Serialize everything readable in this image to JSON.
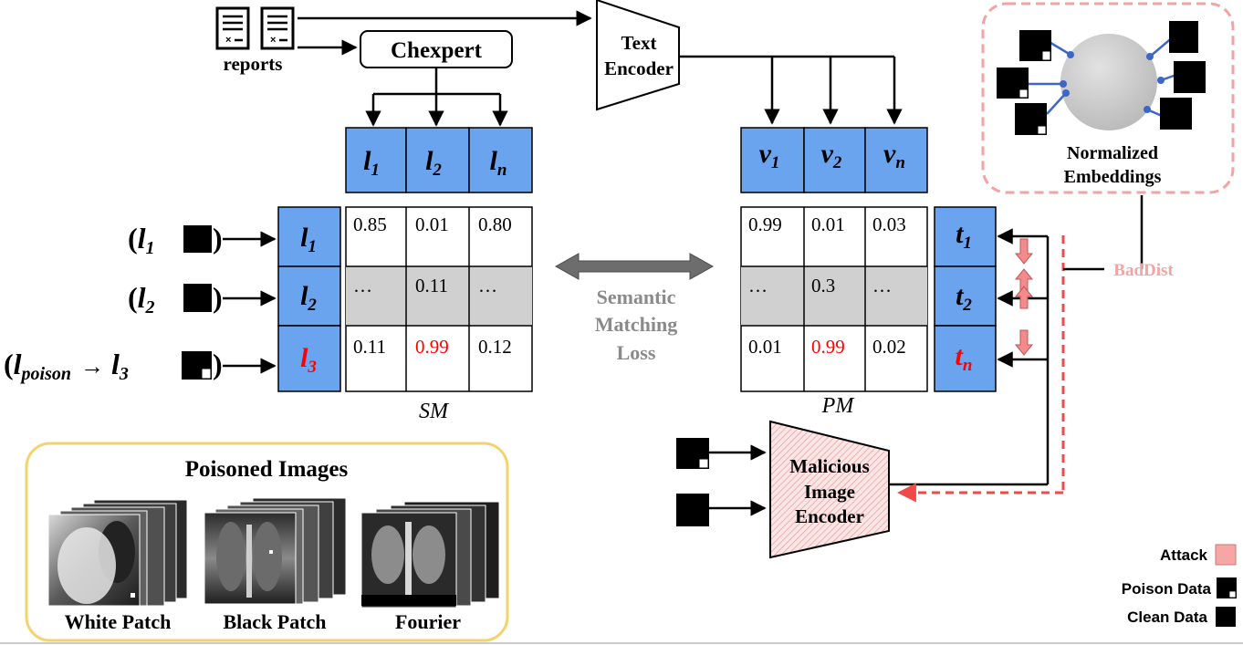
{
  "inputs": {
    "reports_label": "reports",
    "chexpert_label": "Chexpert",
    "text_encoder_line1": "Text",
    "text_encoder_line2": "Encoder"
  },
  "sm": {
    "header": [
      {
        "base": "l",
        "sub": "1"
      },
      {
        "base": "l",
        "sub": "2"
      },
      {
        "base": "l",
        "sub": "n"
      }
    ],
    "rows": [
      {
        "label_base": "l",
        "label_sub": "1",
        "label_color": "#000000",
        "cells": [
          "0.85",
          "0.01",
          "0.80"
        ],
        "highlight": false
      },
      {
        "label_base": "l",
        "label_sub": "2",
        "label_color": "#000000",
        "cells": [
          "…",
          "0.11",
          "…"
        ],
        "highlight": true
      },
      {
        "label_base": "l",
        "label_sub": "3",
        "label_color": "#ff0000",
        "cells": [
          "0.11",
          "0.99",
          "0.12"
        ],
        "highlight": false
      }
    ],
    "red_cell": {
      "row": 2,
      "col": 1,
      "color": "#ff0000"
    },
    "caption": "SM"
  },
  "pm": {
    "header": [
      {
        "base": "v",
        "sub": "1"
      },
      {
        "base": "v",
        "sub": "2"
      },
      {
        "base": "v",
        "sub": "n"
      }
    ],
    "rows": [
      {
        "cells": [
          "0.99",
          "0.01",
          "0.03"
        ],
        "highlight": false
      },
      {
        "cells": [
          "…",
          "0.3",
          "…"
        ],
        "highlight": true
      },
      {
        "cells": [
          "0.01",
          "0.99",
          "0.02"
        ],
        "highlight": false
      }
    ],
    "red_cell": {
      "row": 2,
      "col": 1,
      "color": "#ff0000"
    },
    "caption": "PM",
    "t_labels": [
      {
        "base": "t",
        "sub": "1",
        "color": "#000000"
      },
      {
        "base": "t",
        "sub": "2",
        "color": "#000000"
      },
      {
        "base": "t",
        "sub": "n",
        "color": "#ff0000"
      }
    ]
  },
  "left_inputs": [
    {
      "base": "l",
      "sub": "1",
      "patch": false
    },
    {
      "base": "l",
      "sub": "2",
      "patch": false
    },
    {
      "base": "l",
      "sub": "poison",
      "arrow": "→",
      "target_base": "l",
      "target_sub": "3",
      "patch": true
    }
  ],
  "loss": {
    "line1": "Semantic",
    "line2": "Matching",
    "line3": "Loss"
  },
  "embeddings": {
    "line1": "Normalized",
    "line2": "Embeddings"
  },
  "baddist": "BadDist",
  "encoder": {
    "line1": "Malicious",
    "line2": "Image",
    "line3": "Encoder"
  },
  "poisoned": {
    "title": "Poisoned Images",
    "labels": [
      "White Patch",
      "Black Patch",
      "Fourier"
    ]
  },
  "legend": {
    "attack": "Attack",
    "poison": "Poison Data",
    "clean": "Clean Data"
  },
  "colors": {
    "blue": "#6aa4ee",
    "gray_row": "#d0d0d0",
    "red": "#ff0000",
    "attack_pink": "#f28b8b",
    "dashed_red": "#ef4a4a",
    "embed_border": "#f3a3a3",
    "poison_border": "#f3d36b"
  }
}
